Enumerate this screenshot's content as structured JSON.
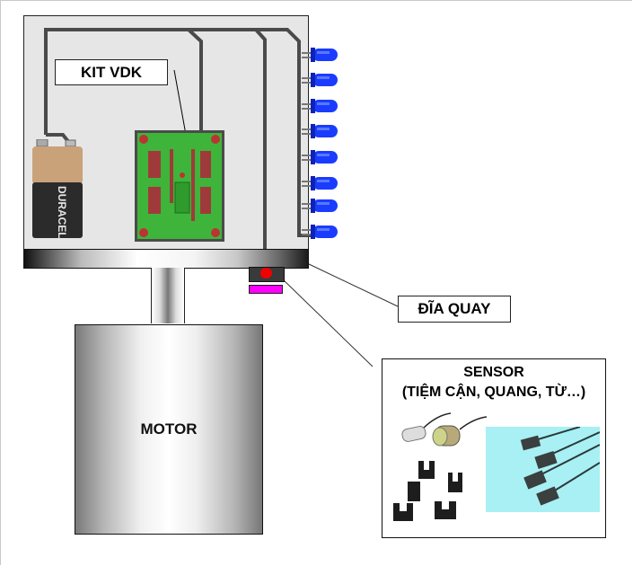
{
  "diagram": {
    "labels": {
      "kit": "KIT VDK",
      "disk": "ĐĨA QUAY",
      "motor": "MOTOR",
      "sensor_title": "SENSOR",
      "sensor_subtitle": "(TIỆM CẬN, QUANG, TỪ…)",
      "battery_brand": "DURACELL"
    },
    "components": [
      {
        "name": "battery",
        "description": "9V battery"
      },
      {
        "name": "microcontroller-kit",
        "description": "green PCB board"
      },
      {
        "name": "led-array",
        "count": 8,
        "color": "#1a3cff"
      },
      {
        "name": "rotating-disk"
      },
      {
        "name": "motor-shaft"
      },
      {
        "name": "motor"
      },
      {
        "name": "sensor",
        "indicator_color": "#f20000"
      },
      {
        "name": "magnet-marker",
        "color": "#ff00ff"
      }
    ],
    "sensor_panel": {
      "images": [
        "cylindrical-proximity-sensors",
        "slot-optical-sensors",
        "rectangular-magnetic-sensors"
      ]
    }
  }
}
